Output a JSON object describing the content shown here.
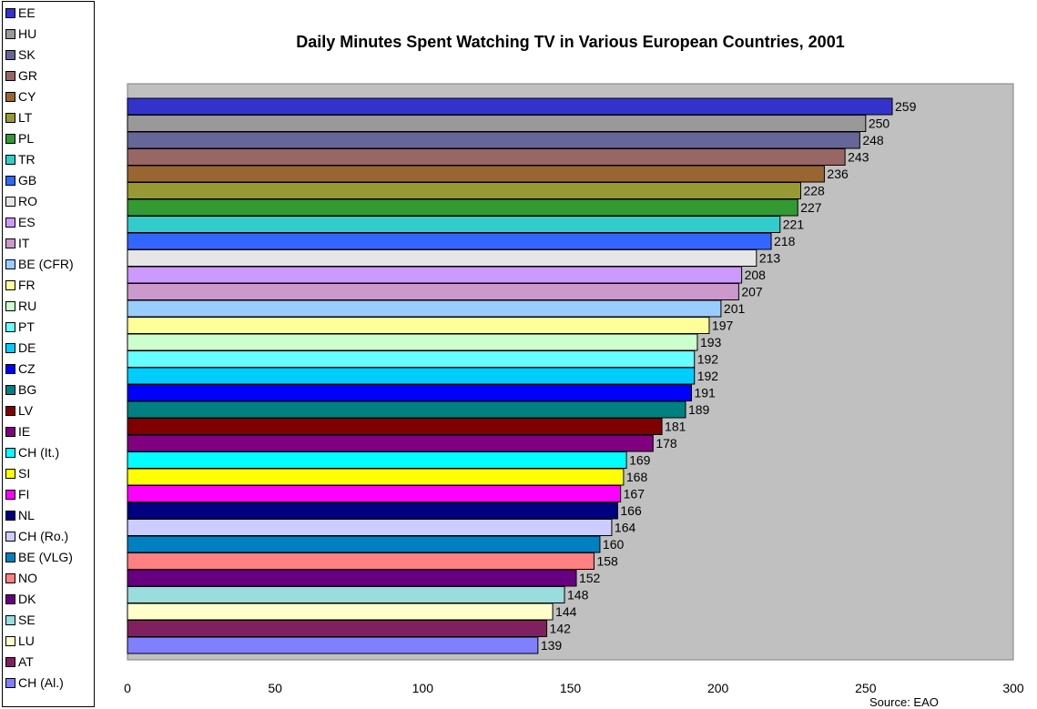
{
  "chart_data": {
    "type": "bar",
    "orientation": "horizontal",
    "title": "Daily Minutes Spent Watching TV in Various European Countries, 2001",
    "xlabel": "",
    "ylabel": "",
    "xlim": [
      0,
      300
    ],
    "xticks": [
      0,
      50,
      100,
      150,
      200,
      250,
      300
    ],
    "grid": false,
    "legend_position": "left",
    "plot_background": "#c0c0c0",
    "source": "Source: EAO",
    "categories": [
      "EE",
      "HU",
      "SK",
      "GR",
      "CY",
      "LT",
      "PL",
      "TR",
      "GB",
      "RO",
      "ES",
      "IT",
      "BE (CFR)",
      "FR",
      "RU",
      "PT",
      "DE",
      "CZ",
      "BG",
      "LV",
      "IE",
      "CH (It.)",
      "SI",
      "FI",
      "NL",
      "CH (Ro.)",
      "BE (VLG)",
      "NO",
      "DK",
      "SE",
      "LU",
      "AT",
      "CH (Al.)"
    ],
    "values": [
      259,
      250,
      248,
      243,
      236,
      228,
      227,
      221,
      218,
      213,
      208,
      207,
      201,
      197,
      193,
      192,
      192,
      191,
      189,
      181,
      178,
      169,
      168,
      167,
      166,
      164,
      160,
      158,
      152,
      148,
      144,
      142,
      139
    ],
    "colors": [
      "#3333cc",
      "#999999",
      "#666699",
      "#996666",
      "#996633",
      "#999933",
      "#339933",
      "#33cccc",
      "#3366ff",
      "#e6e6e6",
      "#cc99ff",
      "#cc99cc",
      "#99ccff",
      "#ffff99",
      "#ccffcc",
      "#66ffff",
      "#00ccff",
      "#0000ff",
      "#008080",
      "#800000",
      "#800080",
      "#00ffff",
      "#ffff00",
      "#ff00ff",
      "#000080",
      "#ccccff",
      "#0080c0",
      "#ff8080",
      "#660080",
      "#99dddd",
      "#ffffcc",
      "#802060",
      "#8080ff"
    ]
  }
}
